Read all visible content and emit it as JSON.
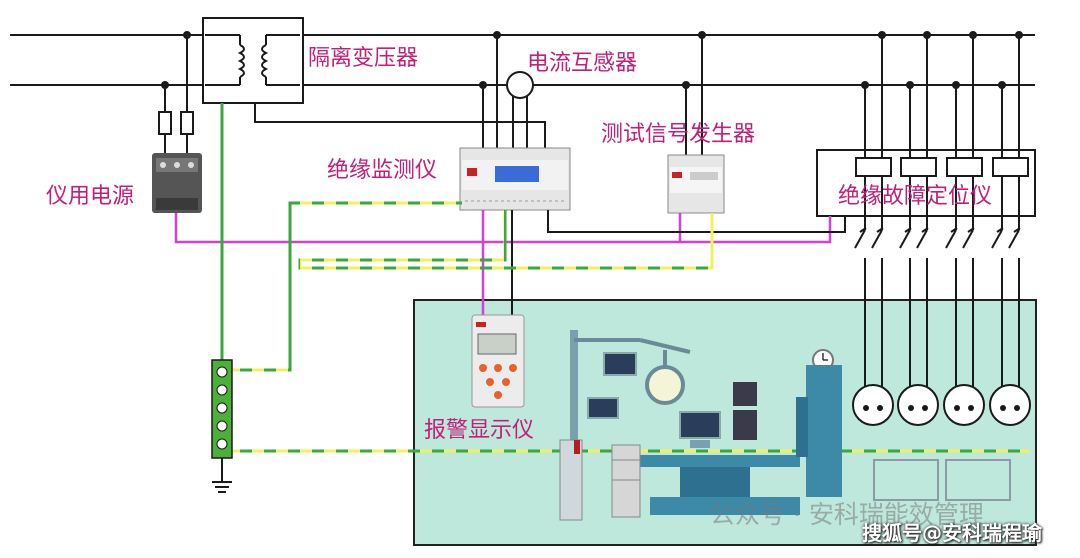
{
  "labels": {
    "isolation_transformer": "隔离变压器",
    "current_transformer": "电流互感器",
    "test_signal_generator": "测试信号发生器",
    "insulation_monitor": "绝缘监测仪",
    "instrument_power": "仪用电源",
    "fault_locator": "绝缘故障定位仪",
    "alarm_display": "报警显示仪"
  },
  "watermarks": {
    "wechat": "公众号 · 安科瑞能效管理",
    "sohu": "搜狐号@安科瑞程瑜"
  },
  "colors": {
    "label": "#c0207a",
    "wire_power": "#1a1a1a",
    "wire_signal": "#d43fd4",
    "wire_ground_yellow": "#f0f060",
    "wire_ground_green": "#3aa83a",
    "room_fill": "#bfe8dc"
  }
}
